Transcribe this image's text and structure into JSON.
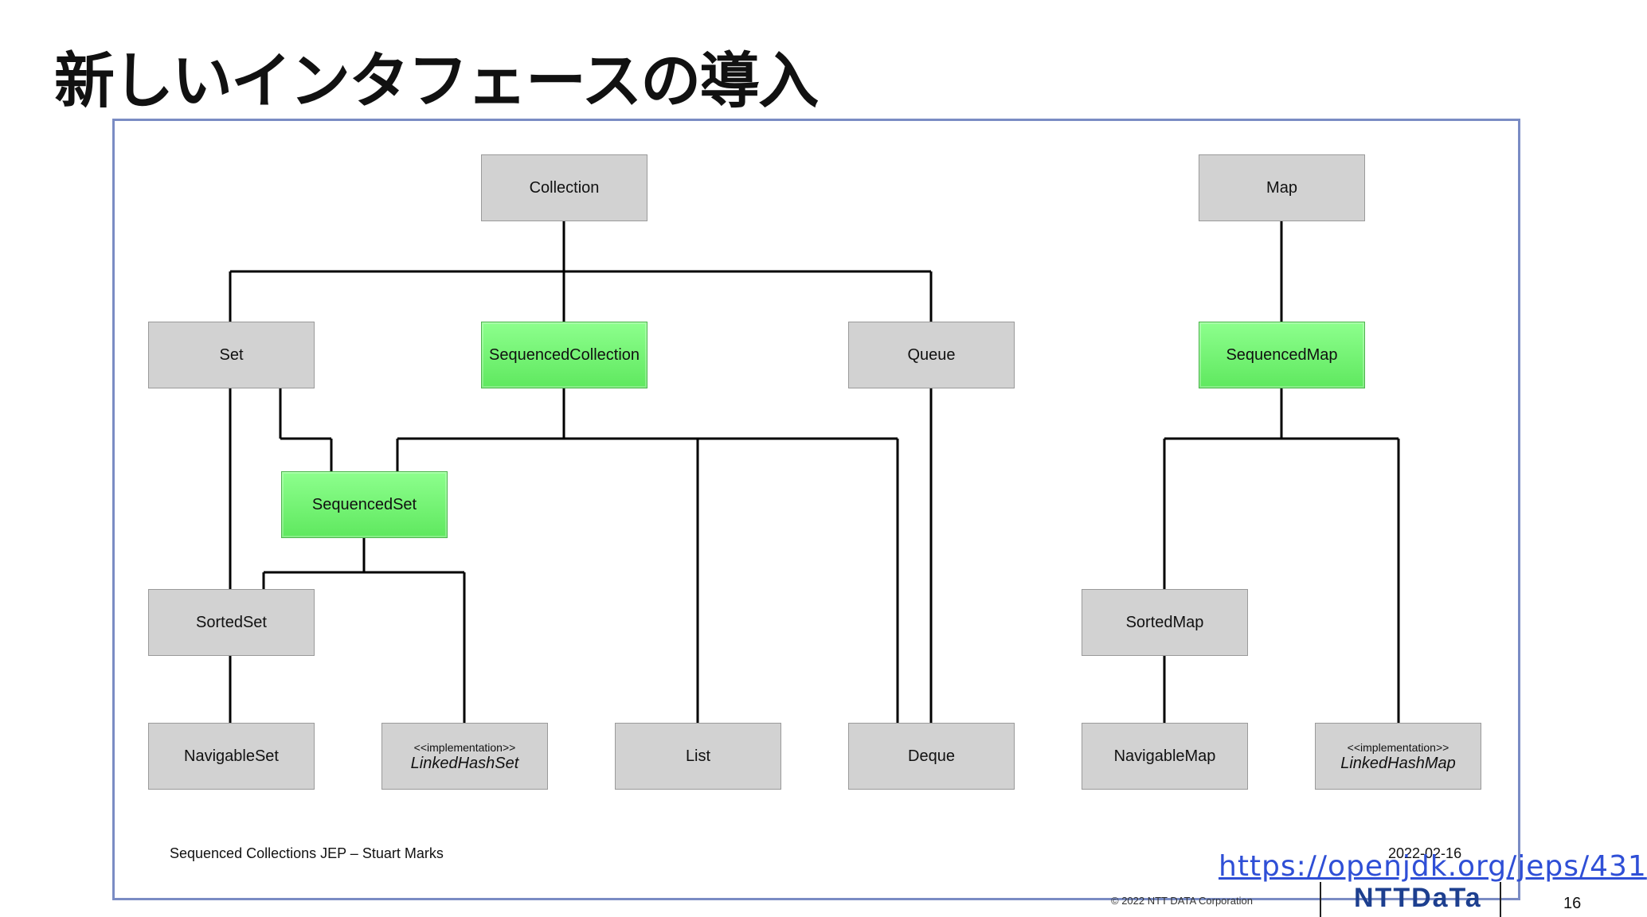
{
  "slide": {
    "title": "新しいインタフェースの導入",
    "page_number": "16",
    "copyright": "© 2022 NTT DATA Corporation",
    "logo": "NTTDaTa",
    "link": "https://openjdk.org/jeps/431"
  },
  "diagram": {
    "nodes": {
      "collection": "Collection",
      "map": "Map",
      "set": "Set",
      "sequenced_collection": "SequencedCollection",
      "queue": "Queue",
      "sequenced_map": "SequencedMap",
      "sequenced_set": "SequencedSet",
      "sorted_set": "SortedSet",
      "sorted_map": "SortedMap",
      "navigable_set": "NavigableSet",
      "linked_hash_set": {
        "stereotype": "<<implementation>>",
        "name": "LinkedHashSet"
      },
      "list": "List",
      "deque": "Deque",
      "navigable_map": "NavigableMap",
      "linked_hash_map": {
        "stereotype": "<<implementation>>",
        "name": "LinkedHashMap"
      }
    },
    "footer": {
      "source": "Sequenced Collections JEP – Stuart Marks",
      "date": "2022-02-16"
    },
    "colors": {
      "new_interface": "#6cf56c",
      "existing_interface": "#d2d2d2",
      "frame": "#7a8cc4"
    }
  }
}
